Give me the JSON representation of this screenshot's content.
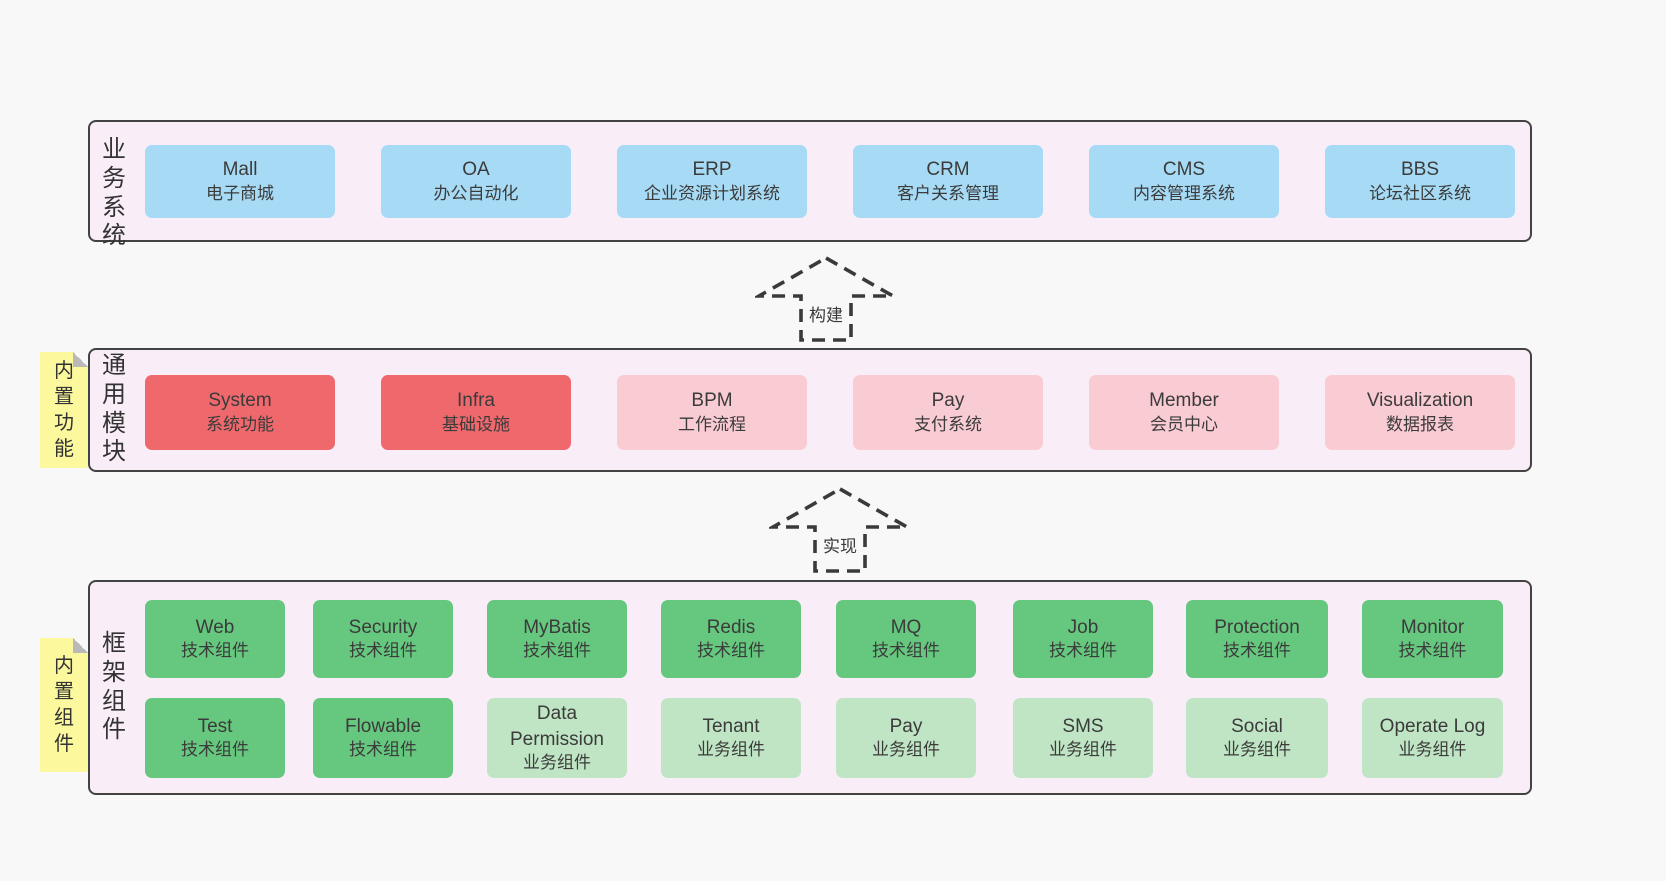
{
  "colors": {
    "page_bg": "#f8f8f8",
    "band_bg": "#f9eef8",
    "band_border": "#434343",
    "blue_box": "#a7dbf5",
    "red_box": "#ef686c",
    "pink_box": "#f9cbd3",
    "green_box": "#66c77e",
    "light_green_box": "#c0e5c4",
    "note_yellow": "#fbf89e",
    "text": "#3a3a3a"
  },
  "notes": [
    {
      "label": "内置功能"
    },
    {
      "label": "内置组件"
    }
  ],
  "arrows": [
    {
      "label": "构建"
    },
    {
      "label": "实现"
    }
  ],
  "bands": [
    {
      "label": "业务系统",
      "boxes": [
        {
          "en": "Mall",
          "cn": "电子商城"
        },
        {
          "en": "OA",
          "cn": "办公自动化"
        },
        {
          "en": "ERP",
          "cn": "企业资源计划系统"
        },
        {
          "en": "CRM",
          "cn": "客户关系管理"
        },
        {
          "en": "CMS",
          "cn": "内容管理系统"
        },
        {
          "en": "BBS",
          "cn": "论坛社区系统"
        }
      ]
    },
    {
      "label": "通用模块",
      "boxes": [
        {
          "en": "System",
          "cn": "系统功能"
        },
        {
          "en": "Infra",
          "cn": "基础设施"
        },
        {
          "en": "BPM",
          "cn": "工作流程"
        },
        {
          "en": "Pay",
          "cn": "支付系统"
        },
        {
          "en": "Member",
          "cn": "会员中心"
        },
        {
          "en": "Visualization",
          "cn": "数据报表"
        }
      ]
    },
    {
      "label": "框架组件",
      "rows": [
        [
          {
            "en": "Web",
            "cn": "技术组件"
          },
          {
            "en": "Security",
            "cn": "技术组件"
          },
          {
            "en": "MyBatis",
            "cn": "技术组件"
          },
          {
            "en": "Redis",
            "cn": "技术组件"
          },
          {
            "en": "MQ",
            "cn": "技术组件"
          },
          {
            "en": "Job",
            "cn": "技术组件"
          },
          {
            "en": "Protection",
            "cn": "技术组件"
          },
          {
            "en": "Monitor",
            "cn": "技术组件"
          }
        ],
        [
          {
            "en": "Test",
            "cn": "技术组件"
          },
          {
            "en": "Flowable",
            "cn": "技术组件"
          },
          {
            "en": "Data Permission",
            "cn": "业务组件"
          },
          {
            "en": "Tenant",
            "cn": "业务组件"
          },
          {
            "en": "Pay",
            "cn": "业务组件"
          },
          {
            "en": "SMS",
            "cn": "业务组件"
          },
          {
            "en": "Social",
            "cn": "业务组件"
          },
          {
            "en": "Operate Log",
            "cn": "业务组件"
          }
        ]
      ]
    }
  ]
}
